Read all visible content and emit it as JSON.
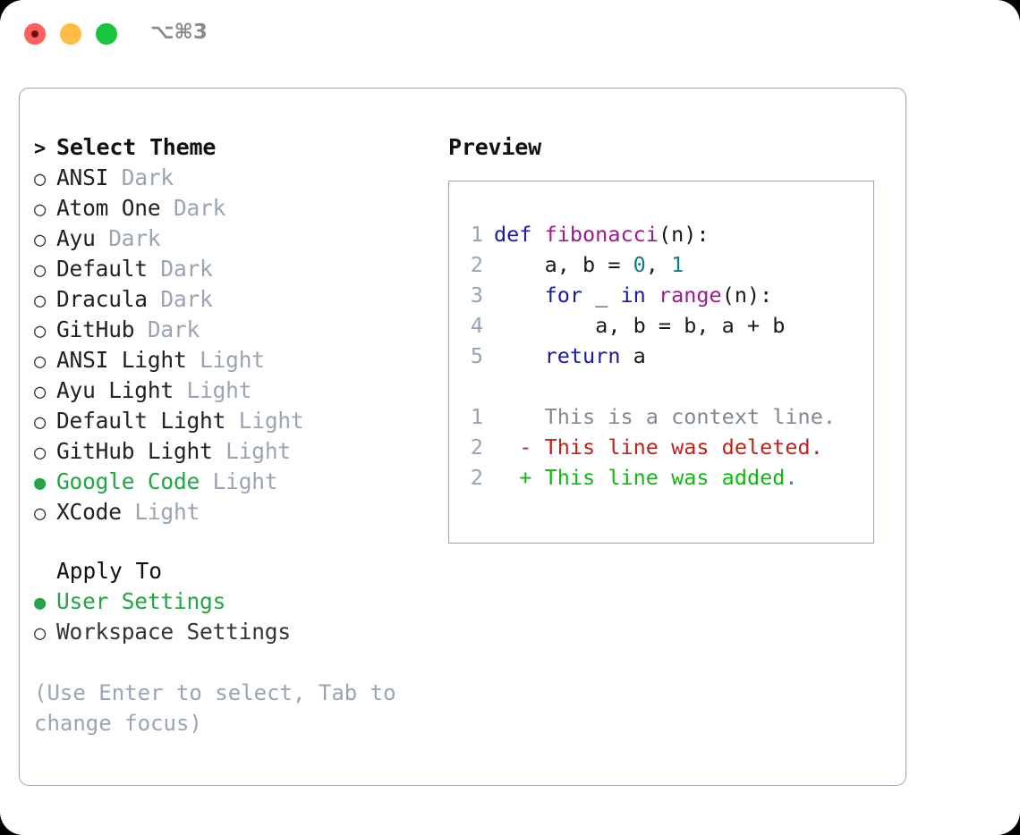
{
  "window": {
    "shortcut": "⌥⌘3",
    "traffic_lights": [
      {
        "name": "close",
        "color": "#ff605c"
      },
      {
        "name": "minimize",
        "color": "#ffbd44"
      },
      {
        "name": "maximize",
        "color": "#19c53f"
      }
    ]
  },
  "theme_picker": {
    "header_marker": ">",
    "header_label": "Select Theme",
    "marker_selected": "●",
    "marker_unselected": "○",
    "selected_color": "#22a545",
    "items": [
      {
        "name": "ANSI",
        "variant": "Dark",
        "selected": false
      },
      {
        "name": "Atom One",
        "variant": "Dark",
        "selected": false
      },
      {
        "name": "Ayu",
        "variant": "Dark",
        "selected": false
      },
      {
        "name": "Default",
        "variant": "Dark",
        "selected": false
      },
      {
        "name": "Dracula",
        "variant": "Dark",
        "selected": false
      },
      {
        "name": "GitHub",
        "variant": "Dark",
        "selected": false
      },
      {
        "name": "ANSI Light",
        "variant": "Light",
        "selected": false
      },
      {
        "name": "Ayu Light",
        "variant": "Light",
        "selected": false
      },
      {
        "name": "Default Light",
        "variant": "Light",
        "selected": false
      },
      {
        "name": "GitHub Light",
        "variant": "Light",
        "selected": false
      },
      {
        "name": "Google Code",
        "variant": "Light",
        "selected": true
      },
      {
        "name": "XCode",
        "variant": "Light",
        "selected": false
      }
    ]
  },
  "apply_to": {
    "header_label": "Apply To",
    "options": [
      {
        "label": "User Settings",
        "selected": true
      },
      {
        "label": "Workspace Settings",
        "selected": false
      }
    ]
  },
  "hint": {
    "text": "(Use Enter to select, Tab to change focus)"
  },
  "preview": {
    "title": "Preview",
    "code_lines": [
      {
        "lineno": "1",
        "tokens": [
          {
            "text": "def ",
            "kind": "kw"
          },
          {
            "text": "fibonacci",
            "kind": "fn"
          },
          {
            "text": "(n):",
            "kind": "plain"
          }
        ]
      },
      {
        "lineno": "2",
        "tokens": [
          {
            "text": "    a, b = ",
            "kind": "plain"
          },
          {
            "text": "0",
            "kind": "num"
          },
          {
            "text": ", ",
            "kind": "plain"
          },
          {
            "text": "1",
            "kind": "num"
          }
        ]
      },
      {
        "lineno": "3",
        "tokens": [
          {
            "text": "    ",
            "kind": "plain"
          },
          {
            "text": "for",
            "kind": "kw"
          },
          {
            "text": " _ ",
            "kind": "plain"
          },
          {
            "text": "in",
            "kind": "kw"
          },
          {
            "text": " ",
            "kind": "plain"
          },
          {
            "text": "range",
            "kind": "fn"
          },
          {
            "text": "(n):",
            "kind": "plain"
          }
        ]
      },
      {
        "lineno": "4",
        "tokens": [
          {
            "text": "        a, b = b, a + b",
            "kind": "plain"
          }
        ]
      },
      {
        "lineno": "5",
        "tokens": [
          {
            "text": "    ",
            "kind": "plain"
          },
          {
            "text": "return",
            "kind": "kw"
          },
          {
            "text": " a",
            "kind": "plain"
          }
        ]
      }
    ],
    "diff_lines": [
      {
        "lineno": "1",
        "sign": " ",
        "text": "This is a context line.",
        "kind": "ctx"
      },
      {
        "lineno": "2",
        "sign": "-",
        "text": "This line was deleted.",
        "kind": "del"
      },
      {
        "lineno": "2",
        "sign": "+",
        "text": "This line was added.",
        "kind": "add"
      }
    ]
  },
  "colors": {
    "keyword": "#1a1aa6",
    "function": "#9b1b8e",
    "number": "#127d86",
    "plain": "#1a1a1a",
    "diff_context": "#808a96",
    "diff_deleted": "#c0221a",
    "diff_added": "#12b812",
    "accent_green": "#22a545",
    "muted": "#9aa4b2",
    "border": "#9aa5b4"
  }
}
